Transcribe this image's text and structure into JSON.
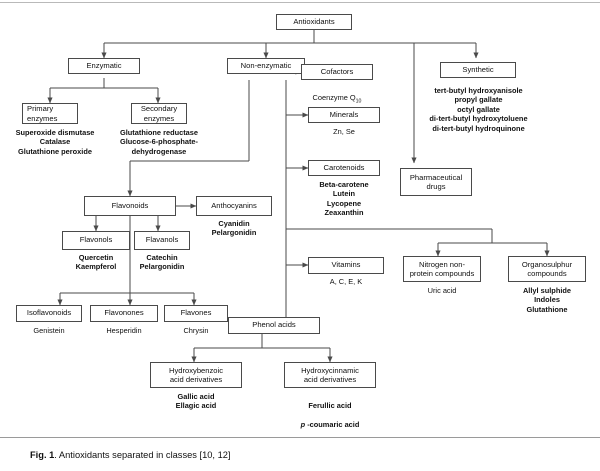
{
  "figure": {
    "caption_label": "Fig. 1",
    "caption_text": ". Antioxidants separated in classes [10, 12]"
  },
  "diagram": {
    "type": "hierarchy-flowchart",
    "root": "Antioxidants",
    "nodes": {
      "antioxidants": "Antioxidants",
      "enzymatic": "Enzymatic",
      "non_enzymatic": "Non-enzymatic",
      "cofactors": "Cofactors",
      "synthetic": "Synthetic",
      "primary_enzymes": "Primary\nenzymes",
      "secondary_enzymes": "Secondary\nenzymes",
      "minerals": "Minerals",
      "carotenoids": "Carotenoids",
      "pharmaceutical_drugs": "Pharmaceutical\ndrugs",
      "flavonoids": "Flavonoids",
      "anthocyanins": "Anthocyanins",
      "flavonols": "Flavonols",
      "flavanols": "Flavanols",
      "isoflavonoids": "Isoflavonoids",
      "flavonones": "Flavonones",
      "flavones": "Flavones",
      "vitamins": "Vitamins",
      "nitrogen_non_protein": "Nitrogen non-\nprotein compounds",
      "organosulphur": "Organosulphur\ncompounds",
      "phenol_acids": "Phenol acids",
      "hydroxybenzoic": "Hydroxybenzoic\nacid derivatives",
      "hydroxycinnamic": "Hydroxycinnamic\nacid derivatives"
    },
    "examples": {
      "primary_enzymes": "Superoxide dismutase\nCatalase\nGlutathione peroxide",
      "secondary_enzymes": "Glutathione reductase\nGlucose-6-phosphate-\ndehydrogenase",
      "cofactors": "Coenzyme Q",
      "cofactors_subscript": "10",
      "minerals": "Zn, Se",
      "carotenoids": "Beta-carotene\nLutein\nLycopene\nZeaxanthin",
      "synthetic": "tert-butyl hydroxyanisole\npropyl gallate\noctyl gallate\ndi-tert-butyl hydroxytoluene\ndi-tert-butyl hydroquinone",
      "anthocyanins": "Cyanidin\nPelargonidin",
      "flavonols": "Quercetin\nKaempferol",
      "flavanols": "Catechin\nPelargonidin",
      "isoflavonoids": "Genistein",
      "flavonones": "Hesperidin",
      "flavones": "Chrysin",
      "vitamins": "A, C, E, K",
      "nitrogen_non_protein": "Uric acid",
      "organosulphur": "Allyl sulphide\nIndoles\nGlutathione",
      "hydroxybenzoic": "Gallic acid\nEllagic acid",
      "hydroxycinnamic_line1": "Ferullic acid",
      "hydroxycinnamic_line2_italic": "p",
      "hydroxycinnamic_line2_rest": " -coumaric acid"
    },
    "edges": [
      "Antioxidants -> Enzymatic",
      "Antioxidants -> Non-enzymatic",
      "Antioxidants -> Synthetic",
      "Antioxidants -> Pharmaceutical drugs",
      "Enzymatic -> Primary enzymes",
      "Enzymatic -> Secondary enzymes",
      "Non-enzymatic -> Cofactors",
      "Non-enzymatic -> Minerals",
      "Non-enzymatic -> Carotenoids",
      "Non-enzymatic -> Vitamins",
      "Non-enzymatic -> Flavonoids",
      "Non-enzymatic -> Phenol acids",
      "Non-enzymatic -> Nitrogen non-protein compounds",
      "Non-enzymatic -> Organosulphur compounds",
      "Flavonoids -> Anthocyanins",
      "Flavonoids -> Flavonols",
      "Flavonoids -> Flavanols",
      "Flavonoids -> Isoflavonoids",
      "Flavonoids -> Flavonones",
      "Flavonoids -> Flavones",
      "Phenol acids -> Hydroxybenzoic acid derivatives",
      "Phenol acids -> Hydroxycinnamic acid derivatives"
    ],
    "style": {
      "box_border_color": "#4a4a4a",
      "connector_color": "#4a4a4a",
      "background": "#ffffff",
      "text_color": "#111111"
    }
  }
}
